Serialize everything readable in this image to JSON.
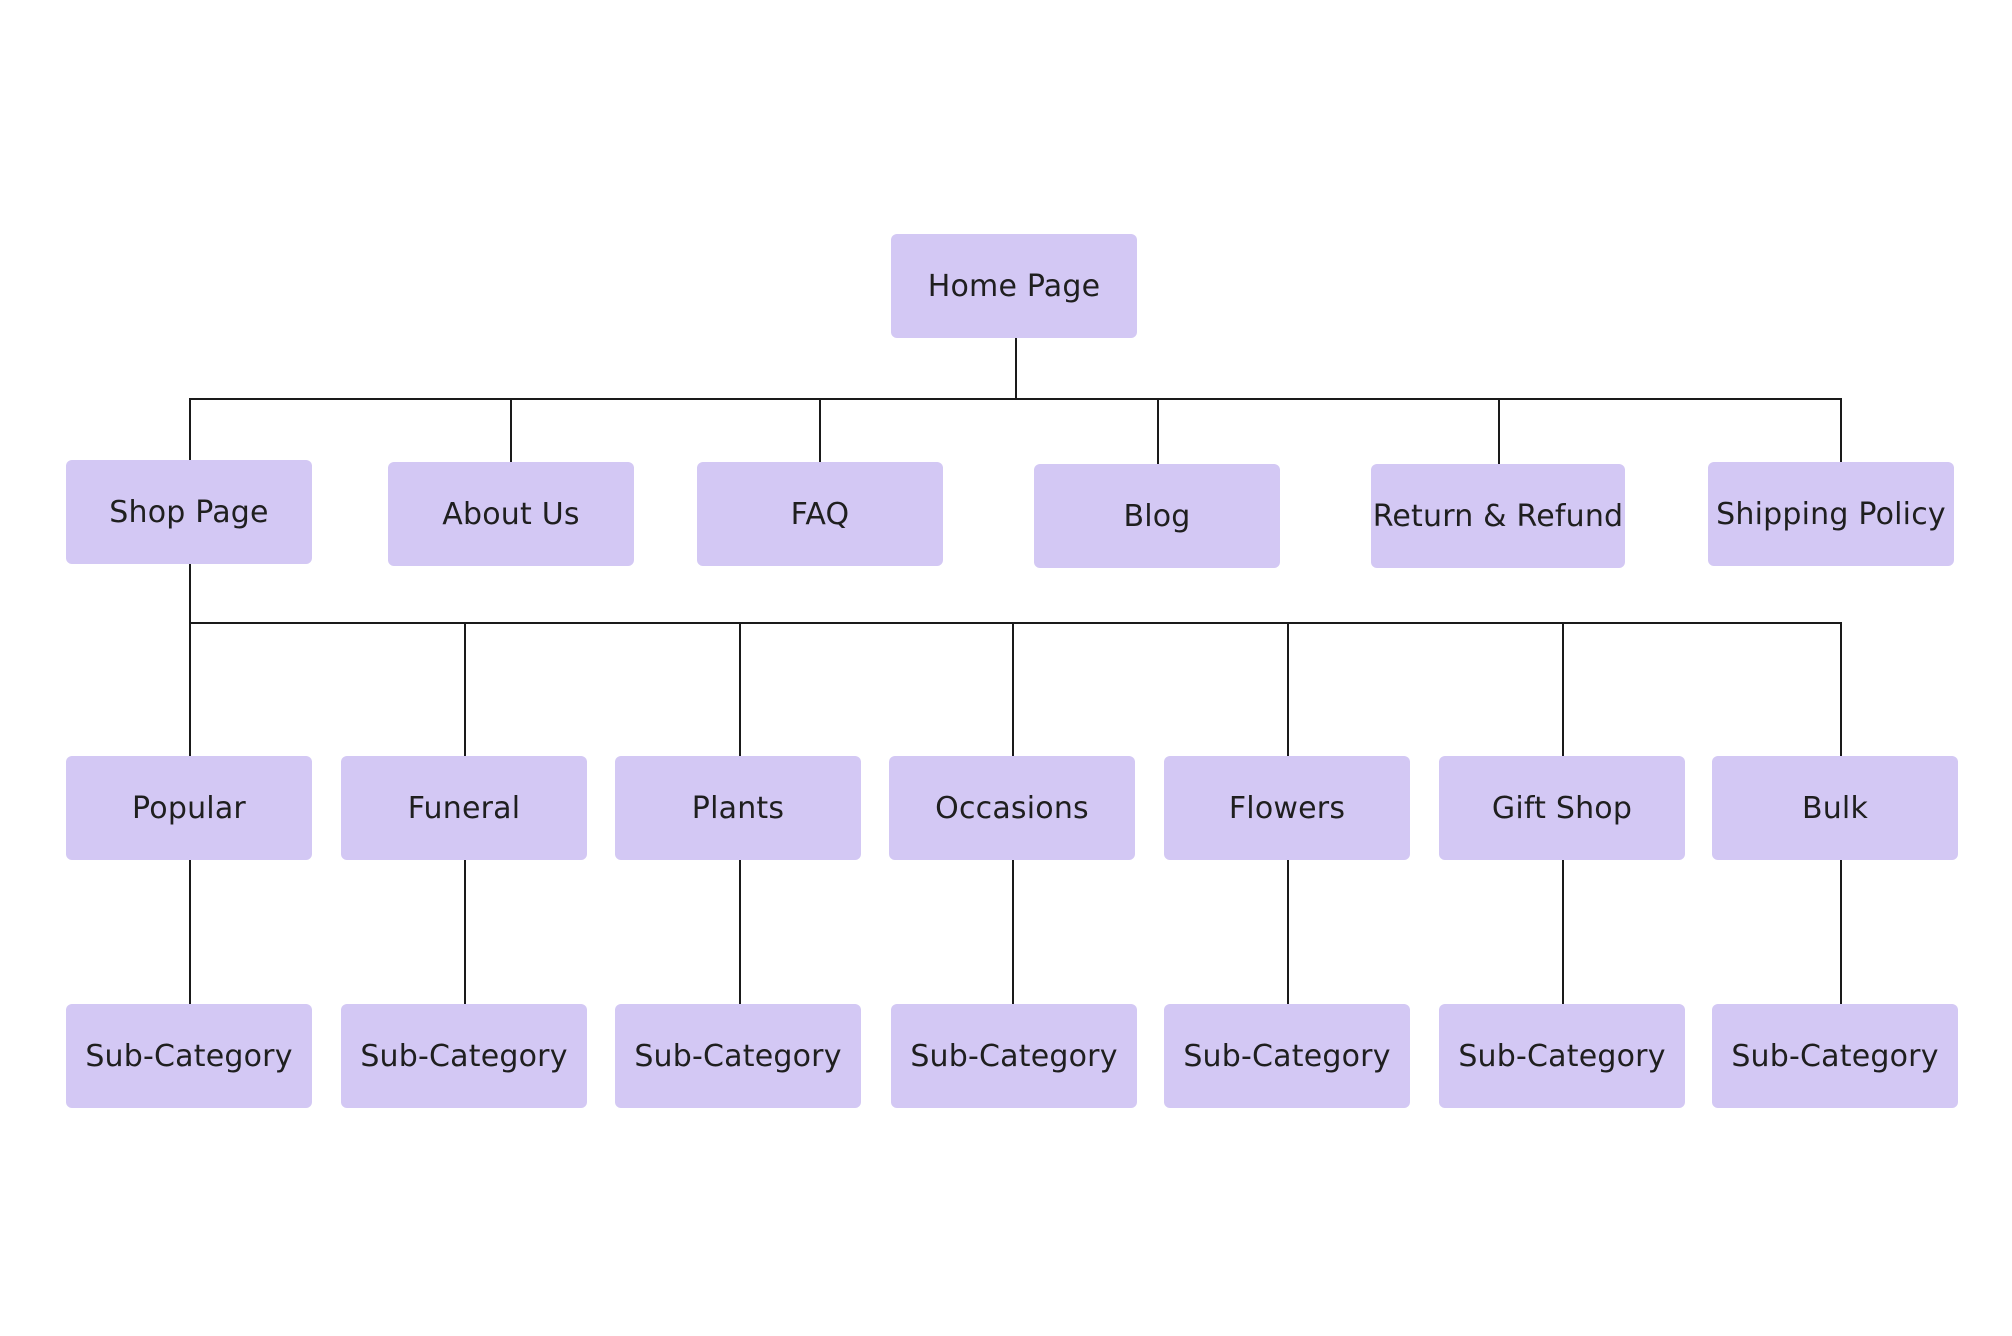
{
  "theme": {
    "node_fill": "#d3c8f4",
    "line_color": "#1a1a1a",
    "background": "#ffffff"
  },
  "root": {
    "label": "Home Page"
  },
  "top_level": [
    {
      "label": "Shop Page"
    },
    {
      "label": "About Us"
    },
    {
      "label": "FAQ"
    },
    {
      "label": "Blog"
    },
    {
      "label": "Return & Refund"
    },
    {
      "label": "Shipping Policy"
    }
  ],
  "shop_categories": [
    {
      "label": "Popular",
      "sub": "Sub-Category"
    },
    {
      "label": "Funeral",
      "sub": "Sub-Category"
    },
    {
      "label": "Plants",
      "sub": "Sub-Category"
    },
    {
      "label": "Occasions",
      "sub": "Sub-Category"
    },
    {
      "label": "Flowers",
      "sub": "Sub-Category"
    },
    {
      "label": "Gift Shop",
      "sub": "Sub-Category"
    },
    {
      "label": "Bulk",
      "sub": "Sub-Category"
    }
  ]
}
